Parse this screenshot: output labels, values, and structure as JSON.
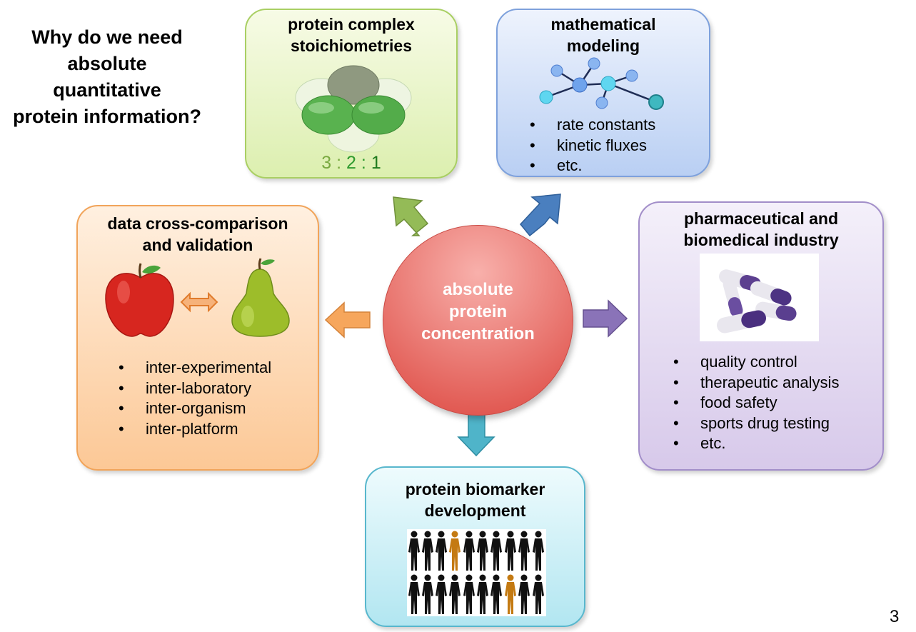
{
  "question": {
    "lines": [
      "Why do we need",
      "absolute",
      "quantitative",
      "protein information?"
    ]
  },
  "center": {
    "lines": [
      "absolute",
      "protein",
      "concentration"
    ],
    "color": "#e25c55"
  },
  "boxes": {
    "stoichiometry": {
      "title_lines": [
        "protein complex",
        "stoichiometries"
      ],
      "ratio": [
        "3",
        "2",
        "1"
      ],
      "separator": ":",
      "color": "#a9cf63"
    },
    "modeling": {
      "title_lines": [
        "mathematical",
        "modeling"
      ],
      "items": [
        "rate constants",
        "kinetic fluxes",
        "etc."
      ],
      "color": "#7ea1dc"
    },
    "data": {
      "title_lines": [
        "data cross-comparison",
        "and validation"
      ],
      "items": [
        "inter-experimental",
        "inter-laboratory",
        "inter-organism",
        "inter-platform"
      ],
      "color": "#f1a45a"
    },
    "pharma": {
      "title_lines": [
        "pharmaceutical and",
        "biomedical industry"
      ],
      "items": [
        "quality control",
        "therapeutic analysis",
        "food safety",
        "sports drug testing",
        "etc."
      ],
      "color": "#a28ec9"
    },
    "biomarker": {
      "title_lines": [
        "protein biomarker",
        "development"
      ],
      "color": "#58b7cd"
    }
  },
  "icons": {
    "stoich": "protein-complex-spheres-icon",
    "network": "network-graph-icon",
    "apple": "apple-icon",
    "pear": "pear-icon",
    "compare": "double-arrow-icon",
    "pills": "capsules-icon",
    "people": "population-silhouettes-icon"
  },
  "page_number": "3"
}
